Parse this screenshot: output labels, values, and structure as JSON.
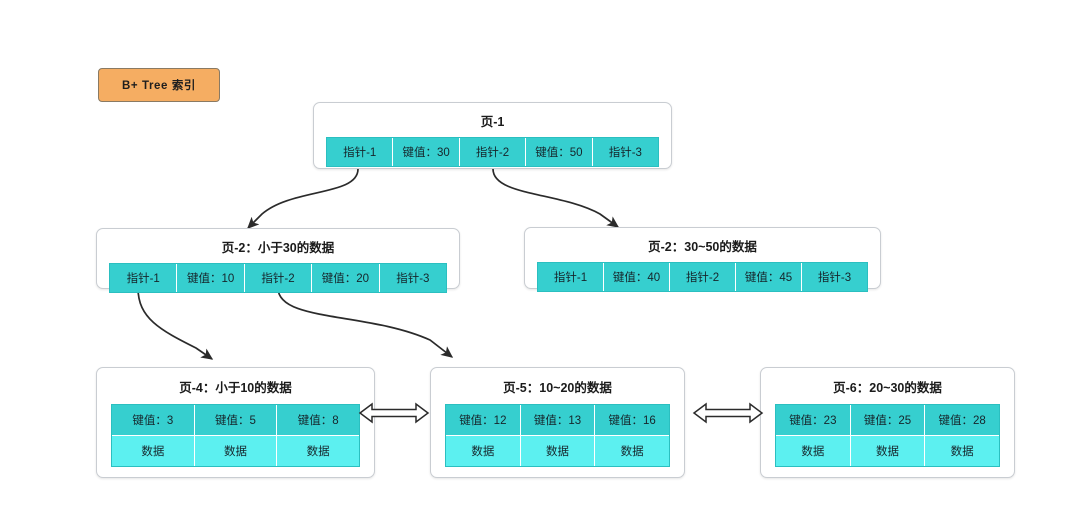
{
  "legend": {
    "label": "B+ Tree 索引"
  },
  "nodes": {
    "root": {
      "title": "页-1",
      "cells": [
        "指针-1",
        "键值：30",
        "指针-2",
        "键值：50",
        "指针-3"
      ]
    },
    "internal_left": {
      "title": "页-2：小于30的数据",
      "cells": [
        "指针-1",
        "键值：10",
        "指针-2",
        "键值：20",
        "指针-3"
      ]
    },
    "internal_right": {
      "title": "页-2：30~50的数据",
      "cells": [
        "指针-1",
        "键值：40",
        "指针-2",
        "键值：45",
        "指针-3"
      ]
    },
    "leaf_left": {
      "title": "页-4：小于10的数据",
      "keys": [
        "键值：3",
        "键值：5",
        "键值：8"
      ],
      "data": [
        "数据",
        "数据",
        "数据"
      ]
    },
    "leaf_mid": {
      "title": "页-5：10~20的数据",
      "keys": [
        "键值：12",
        "键值：13",
        "键值：16"
      ],
      "data": [
        "数据",
        "数据",
        "数据"
      ]
    },
    "leaf_right": {
      "title": "页-6：20~30的数据",
      "keys": [
        "键值：23",
        "键值：25",
        "键值：28"
      ],
      "data": [
        "数据",
        "数据",
        "数据"
      ]
    }
  },
  "colors": {
    "background": "#ffffff",
    "badge_fill": "#f5ad62",
    "badge_border": "#8a7a63",
    "cell_fill": "#36cfcf",
    "data_fill": "#5cf0f0",
    "node_border": "#c9cdd2",
    "connector": "#2b2b2b"
  },
  "connectors": {
    "arrow_style": "curved-filled-arrowhead",
    "sibling_link_style": "double-headed-hollow-arrow"
  }
}
